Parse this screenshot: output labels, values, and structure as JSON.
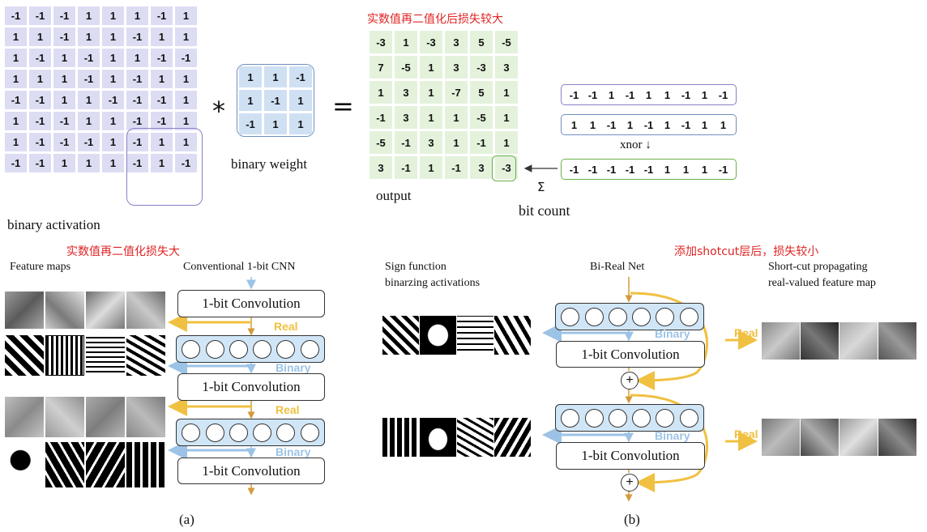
{
  "top": {
    "activation": [
      [
        "-1",
        "-1",
        "-1",
        "1",
        "1",
        "1",
        "-1",
        "1"
      ],
      [
        "1",
        "1",
        "-1",
        "1",
        "1",
        "-1",
        "1",
        "1"
      ],
      [
        "1",
        "-1",
        "1",
        "-1",
        "1",
        "1",
        "-1",
        "-1"
      ],
      [
        "1",
        "1",
        "1",
        "-1",
        "1",
        "-1",
        "1",
        "1"
      ],
      [
        "-1",
        "-1",
        "1",
        "1",
        "-1",
        "-1",
        "-1",
        "1"
      ],
      [
        "1",
        "-1",
        "-1",
        "1",
        "1",
        "-1",
        "-1",
        "1"
      ],
      [
        "1",
        "-1",
        "-1",
        "-1",
        "1",
        "-1",
        "1",
        "1"
      ],
      [
        "-1",
        "-1",
        "1",
        "1",
        "1",
        "-1",
        "1",
        "-1"
      ]
    ],
    "activation_label": "binary activation",
    "multiply_symbol": "*",
    "weight": [
      [
        "1",
        "1",
        "-1"
      ],
      [
        "1",
        "-1",
        "1"
      ],
      [
        "-1",
        "1",
        "1"
      ]
    ],
    "weight_label": "binary weight",
    "equals_symbol": "=",
    "red_note": "实数值再二值化后损失较大",
    "output": [
      [
        "-3",
        "1",
        "-3",
        "3",
        "5",
        "-5"
      ],
      [
        "7",
        "-5",
        "1",
        "3",
        "-3",
        "3"
      ],
      [
        "1",
        "3",
        "1",
        "-7",
        "5",
        "1"
      ],
      [
        "-1",
        "3",
        "1",
        "1",
        "-5",
        "1"
      ],
      [
        "-5",
        "-1",
        "3",
        "1",
        "-1",
        "1"
      ],
      [
        "3",
        "-1",
        "1",
        "-1",
        "3",
        "-3"
      ]
    ],
    "output_label": "output",
    "row_purple": [
      "-1",
      "-1",
      "1",
      "-1",
      "1",
      "1",
      "-1",
      "1",
      "-1"
    ],
    "row_blue": [
      "1",
      "1",
      "-1",
      "1",
      "-1",
      "1",
      "-1",
      "1",
      "1"
    ],
    "xnor_label": "xnor ↓",
    "row_green": [
      "-1",
      "-1",
      "-1",
      "-1",
      "-1",
      "1",
      "1",
      "1",
      "-1"
    ],
    "sigma": "Σ",
    "bitcount_label": "bit count"
  },
  "panel_a": {
    "red_note": "实数值再二值化损失大",
    "feature_maps_label": "Feature maps",
    "cnn_label": "Conventional 1-bit CNN",
    "conv_label": "1-bit Convolution",
    "real_label": "Real",
    "binary_label": "Binary",
    "caption": "(a)"
  },
  "panel_b": {
    "red_note": "添加shotcut层后，损失较小",
    "sign_line1": "Sign function",
    "sign_line2": "binarzing activations",
    "birealnet_label": "Bi-Real Net",
    "shortcut_line1": "Short-cut propagating",
    "shortcut_line2": "real-valued feature map",
    "conv_label": "1-bit Convolution",
    "real_label": "Real",
    "binary_label": "Binary",
    "plus_symbol": "+",
    "caption": "(b)"
  },
  "colors": {
    "activation_cell": "#dcdcf3",
    "weight_cell": "#cfe0f3",
    "output_cell": "#e4f2dc",
    "real_arrow": "#f0c040",
    "binary_arrow": "#9cc3e6",
    "note_red": "#e02424"
  }
}
